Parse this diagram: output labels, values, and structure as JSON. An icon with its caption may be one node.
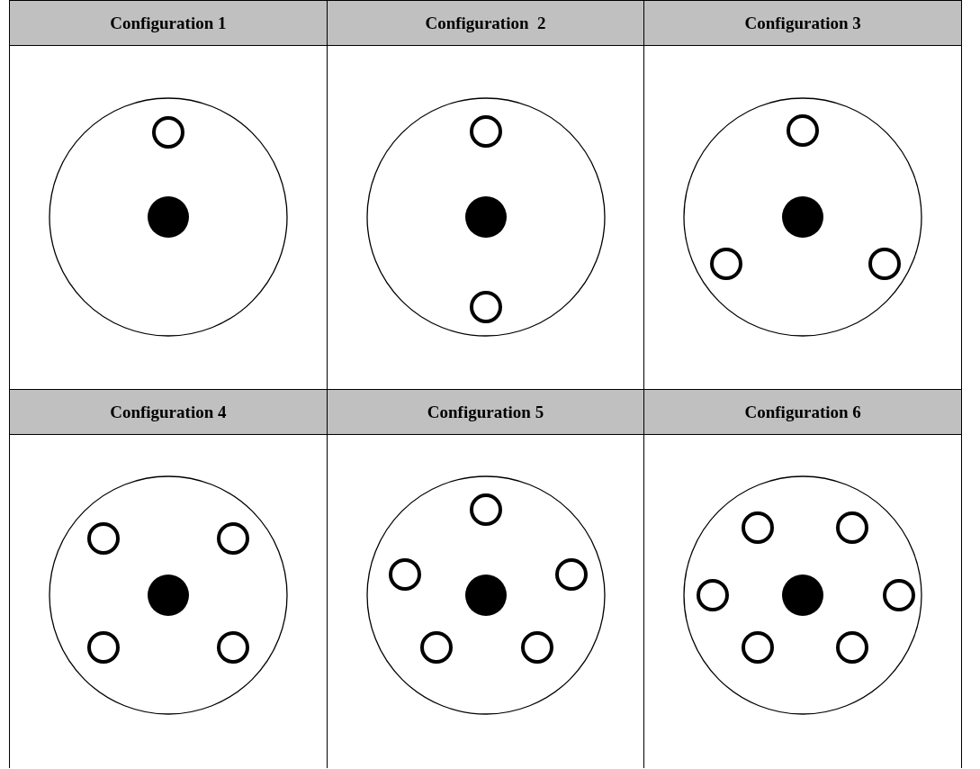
{
  "diagram": {
    "labels": [
      "Configuration 1",
      "Configuration  2",
      "Configuration 3",
      "Configuration 4",
      "Configuration 5",
      "Configuration 6"
    ]
  }
}
